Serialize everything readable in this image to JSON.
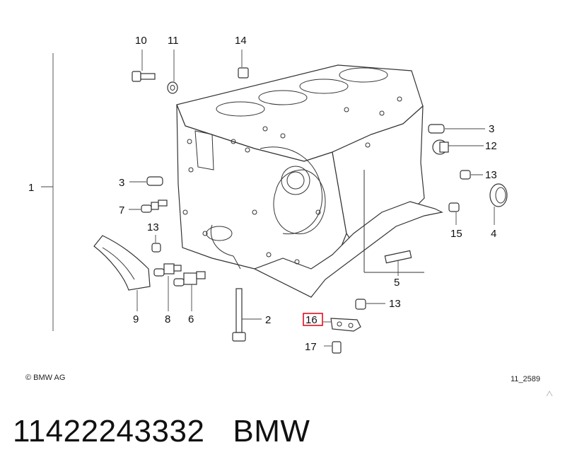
{
  "diagram": {
    "callouts": {
      "c1": "1",
      "c2": "2",
      "c3a": "3",
      "c3b": "3",
      "c4": "4",
      "c5": "5",
      "c6": "6",
      "c7": "7",
      "c8": "8",
      "c9": "9",
      "c10": "10",
      "c11": "11",
      "c12": "12",
      "c13a": "13",
      "c13b": "13",
      "c13c": "13",
      "c14": "14",
      "c15": "15",
      "c16": "16",
      "c17": "17"
    },
    "highlighted_callout": "16",
    "highlight_color": "#e0101a",
    "copyright": "© BMW AG",
    "figure_id": "11_2589"
  },
  "caption": {
    "part_number": "11422243332",
    "brand": "BMW"
  }
}
